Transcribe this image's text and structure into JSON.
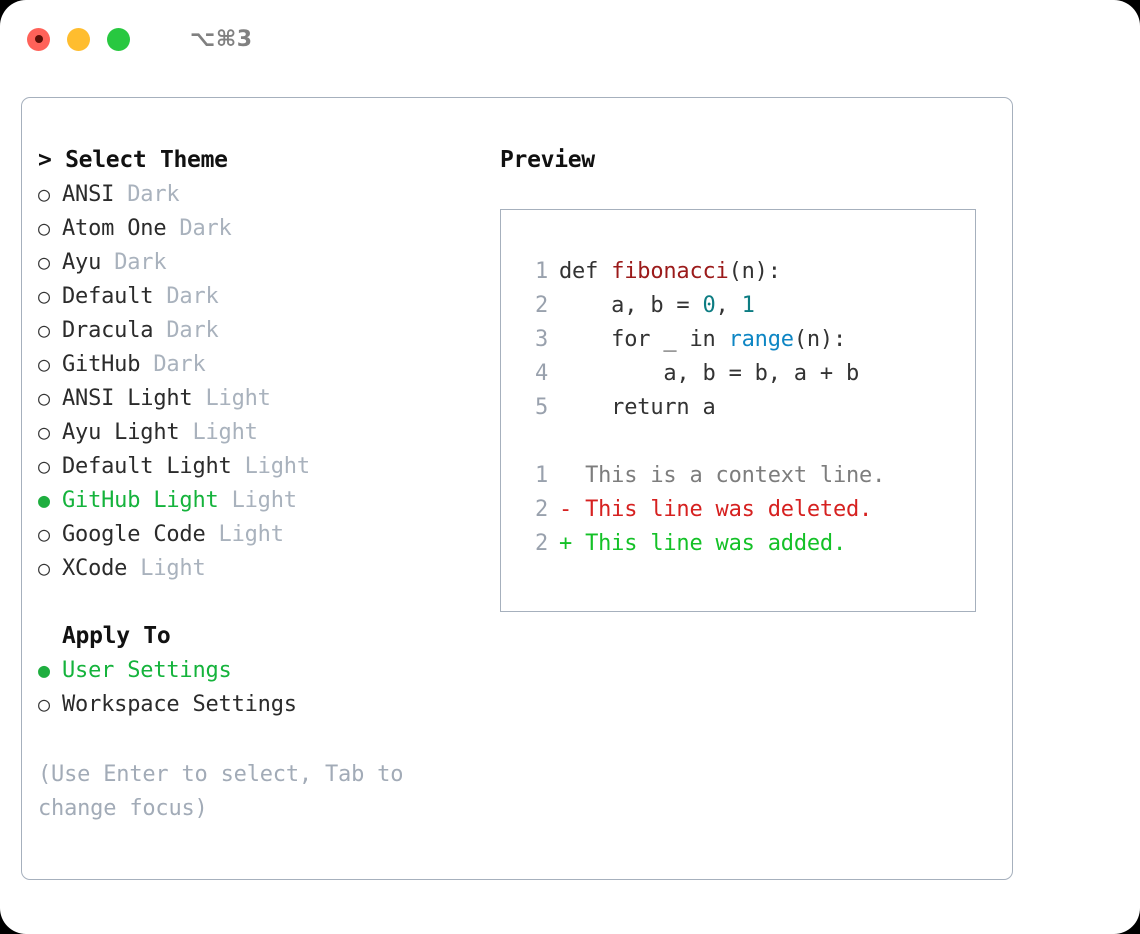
{
  "window": {
    "shortcut_label": "⌥⌘3",
    "traffic_lights": [
      {
        "name": "close",
        "color": "#ff6259",
        "has_dot": true
      },
      {
        "name": "minimize",
        "color": "#ffbd2e",
        "has_dot": false
      },
      {
        "name": "zoom",
        "color": "#28c840",
        "has_dot": false
      }
    ]
  },
  "theme_panel": {
    "caret": ">",
    "heading": "Select Theme",
    "bullet_unselected": "○",
    "bullet_selected": "●",
    "accent_color": "#15b33c",
    "tag_color": "#a9b2bd",
    "options": [
      {
        "name": "ANSI",
        "tag": "Dark",
        "selected": false
      },
      {
        "name": "Atom One",
        "tag": "Dark",
        "selected": false
      },
      {
        "name": "Ayu",
        "tag": "Dark",
        "selected": false
      },
      {
        "name": "Default",
        "tag": "Dark",
        "selected": false
      },
      {
        "name": "Dracula",
        "tag": "Dark",
        "selected": false
      },
      {
        "name": "GitHub",
        "tag": "Dark",
        "selected": false
      },
      {
        "name": "ANSI Light",
        "tag": "Light",
        "selected": false
      },
      {
        "name": "Ayu Light",
        "tag": "Light",
        "selected": false
      },
      {
        "name": "Default Light",
        "tag": "Light",
        "selected": false
      },
      {
        "name": "GitHub Light",
        "tag": "Light",
        "selected": true
      },
      {
        "name": "Google Code",
        "tag": "Light",
        "selected": false
      },
      {
        "name": "XCode",
        "tag": "Light",
        "selected": false
      }
    ]
  },
  "apply_to": {
    "heading": "Apply To",
    "options": [
      {
        "name": "User Settings",
        "selected": true
      },
      {
        "name": "Workspace Settings",
        "selected": false
      }
    ]
  },
  "hint": {
    "text": "(Use Enter to select, Tab to change focus)"
  },
  "preview": {
    "heading": "Preview",
    "code_lines": [
      {
        "num": "1",
        "tokens": [
          {
            "t": "def ",
            "k": "plain"
          },
          {
            "t": "fibonacci",
            "k": "fn"
          },
          {
            "t": "(n):",
            "k": "plain"
          }
        ]
      },
      {
        "num": "2",
        "tokens": [
          {
            "t": "    a, b = ",
            "k": "plain"
          },
          {
            "t": "0",
            "k": "num"
          },
          {
            "t": ", ",
            "k": "plain"
          },
          {
            "t": "1",
            "k": "num"
          }
        ]
      },
      {
        "num": "3",
        "tokens": [
          {
            "t": "    for _ in ",
            "k": "plain"
          },
          {
            "t": "range",
            "k": "builtin"
          },
          {
            "t": "(n):",
            "k": "plain"
          }
        ]
      },
      {
        "num": "4",
        "tokens": [
          {
            "t": "        a, b = b, a + b",
            "k": "plain"
          }
        ]
      },
      {
        "num": "5",
        "tokens": [
          {
            "t": "    return a",
            "k": "plain"
          }
        ]
      }
    ],
    "diff_lines": [
      {
        "num": "1",
        "marker": "  ",
        "text": "This is a context line.",
        "kind": "ctx"
      },
      {
        "num": "2",
        "marker": "- ",
        "text": "This line was deleted.",
        "kind": "del"
      },
      {
        "num": "2",
        "marker": "+ ",
        "text": "This line was added.",
        "kind": "add"
      }
    ]
  }
}
